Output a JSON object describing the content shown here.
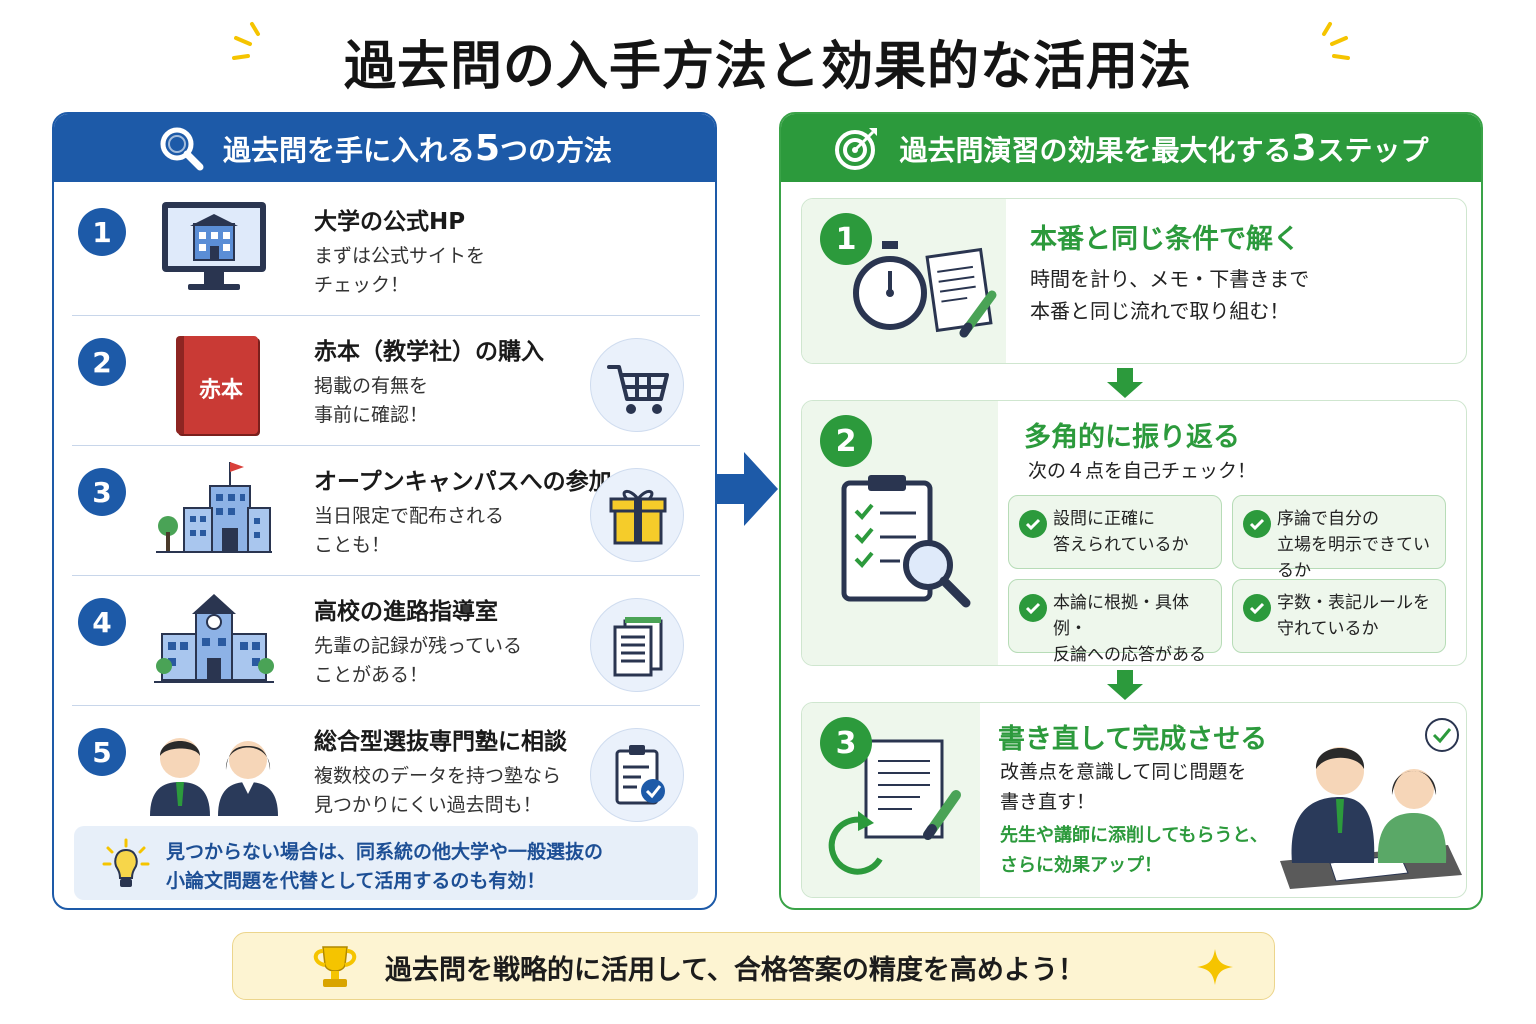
{
  "title": "過去問の入手方法と効果的な活用法",
  "colors": {
    "blue": "#1d5aa8",
    "green": "#2c9a3c",
    "banner": "#fdf4d2",
    "accent_yellow": "#f5c400"
  },
  "left": {
    "heading_pre": "過去問を手に入れる",
    "heading_num": "5",
    "heading_post": "つの方法",
    "heading_icon": "magnifier-icon",
    "items": [
      {
        "num": "1",
        "title": "大学の公式HP",
        "desc": "まずは公式サイトを\nチェック！",
        "icon": "monitor-university-icon"
      },
      {
        "num": "2",
        "title": "赤本（教学社）の購入",
        "desc": "掲載の有無を\n事前に確認！",
        "icon": "red-book-icon",
        "book_label": "赤本",
        "badge": "cart-icon"
      },
      {
        "num": "3",
        "title": "オープンキャンパスへの参加",
        "desc": "当日限定で配布される\nことも！",
        "icon": "campus-building-icon",
        "badge": "gift-icon"
      },
      {
        "num": "4",
        "title": "高校の進路指導室",
        "desc": "先輩の記録が残っている\nことがある！",
        "icon": "school-building-icon",
        "badge": "documents-icon"
      },
      {
        "num": "5",
        "title": "総合型選抜専門塾に相談",
        "desc": "複数校のデータを持つ塾なら\n見つかりにくい過去問も！",
        "icon": "teachers-icon",
        "badge": "clipboard-check-icon"
      }
    ],
    "tip": "見つからない場合は、同系統の他大学や一般選抜の\n小論文問題を代替として活用するのも有効！"
  },
  "right": {
    "heading_pre": "過去問演習の効果を最大化する",
    "heading_num": "3",
    "heading_post": "ステップ",
    "heading_icon": "target-icon",
    "steps": [
      {
        "num": "1",
        "title": "本番と同じ条件で解く",
        "desc": "時間を計り、メモ・下書きまで\n本番と同じ流れで取り組む！",
        "icon": "stopwatch-paper-icon"
      },
      {
        "num": "2",
        "title": "多角的に振り返る",
        "desc": "次の４点を自己チェック！",
        "icon": "checklist-magnifier-icon",
        "checks": [
          "設問に正確に\n答えられているか",
          "序論で自分の\n立場を明示できているか",
          "本論に根拠・具体例・\n反論への応答があるか",
          "字数・表記ルールを\n守れているか"
        ]
      },
      {
        "num": "3",
        "title": "書き直して完成させる",
        "desc": "改善点を意識して同じ問題を\n書き直す！",
        "note": "先生や講師に添削してもらうと、\nさらに効果アップ！",
        "icon": "rewrite-paper-icon"
      }
    ]
  },
  "banner": {
    "text": "過去問を戦略的に活用して、合格答案の精度を高めよう！",
    "icon": "trophy-icon"
  }
}
